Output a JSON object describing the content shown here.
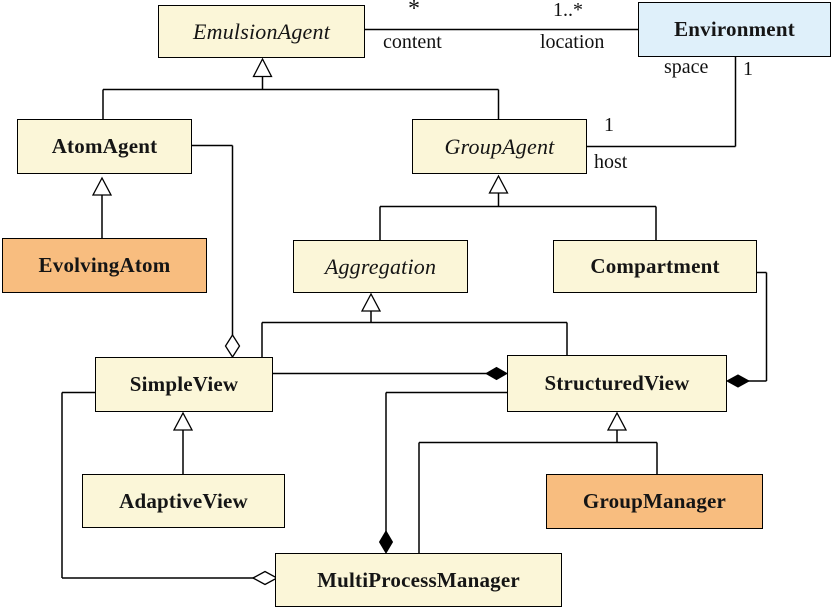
{
  "diagram": {
    "type": "uml-class-diagram",
    "classes": {
      "emulsionAgent": {
        "name": "EmulsionAgent",
        "abstract": true,
        "fill": "#FBF6D8"
      },
      "environment": {
        "name": "Environment",
        "abstract": false,
        "fill": "#DFF0FA"
      },
      "atomAgent": {
        "name": "AtomAgent",
        "abstract": false,
        "fill": "#FBF6D8"
      },
      "groupAgent": {
        "name": "GroupAgent",
        "abstract": true,
        "fill": "#FBF6D8"
      },
      "evolvingAtom": {
        "name": "EvolvingAtom",
        "abstract": false,
        "fill": "#F8BD7F"
      },
      "aggregation": {
        "name": "Aggregation",
        "abstract": true,
        "fill": "#FBF6D8"
      },
      "compartment": {
        "name": "Compartment",
        "abstract": false,
        "fill": "#FBF6D8"
      },
      "simpleView": {
        "name": "SimpleView",
        "abstract": false,
        "fill": "#FBF6D8"
      },
      "structuredView": {
        "name": "StructuredView",
        "abstract": false,
        "fill": "#FBF6D8"
      },
      "adaptiveView": {
        "name": "AdaptiveView",
        "abstract": false,
        "fill": "#FBF6D8"
      },
      "groupManager": {
        "name": "GroupManager",
        "abstract": false,
        "fill": "#F8BD7F"
      },
      "multiProcessManager": {
        "name": "MultiProcessManager",
        "abstract": false,
        "fill": "#FBF6D8"
      }
    },
    "labels": {
      "content_mult": "*",
      "content_role": "content",
      "location_mult": "1..*",
      "location_role": "location",
      "space_role": "space",
      "space_mult": "1",
      "host_mult": "1",
      "host_role": "host"
    },
    "relationships": [
      {
        "type": "association",
        "from": "EmulsionAgent",
        "to": "Environment",
        "from_mult": "*",
        "from_role": "content",
        "to_mult": "1..*",
        "to_role": "location"
      },
      {
        "type": "association",
        "from": "GroupAgent",
        "to": "Environment",
        "from_mult": "1",
        "from_role": "host",
        "to_mult": "1",
        "to_role": "space"
      },
      {
        "type": "generalization",
        "child": "AtomAgent",
        "parent": "EmulsionAgent"
      },
      {
        "type": "generalization",
        "child": "GroupAgent",
        "parent": "EmulsionAgent"
      },
      {
        "type": "generalization",
        "child": "EvolvingAtom",
        "parent": "AtomAgent"
      },
      {
        "type": "generalization",
        "child": "Aggregation",
        "parent": "GroupAgent"
      },
      {
        "type": "generalization",
        "child": "Compartment",
        "parent": "GroupAgent"
      },
      {
        "type": "generalization",
        "child": "SimpleView",
        "parent": "Aggregation"
      },
      {
        "type": "generalization",
        "child": "StructuredView",
        "parent": "Aggregation"
      },
      {
        "type": "generalization",
        "child": "AdaptiveView",
        "parent": "SimpleView"
      },
      {
        "type": "generalization",
        "child": "MultiProcessManager",
        "parent": "StructuredView"
      },
      {
        "type": "generalization",
        "child": "GroupManager",
        "parent": "StructuredView"
      },
      {
        "type": "aggregation",
        "whole": "SimpleView",
        "part": "AtomAgent"
      },
      {
        "type": "composition",
        "whole": "StructuredView",
        "part": "SimpleView"
      },
      {
        "type": "composition",
        "whole": "StructuredView",
        "part": "Compartment"
      },
      {
        "type": "composition",
        "whole": "MultiProcessManager",
        "part": "StructuredView"
      },
      {
        "type": "aggregation",
        "whole": "MultiProcessManager",
        "part": "SimpleView"
      }
    ]
  },
  "colors": {
    "class_fill": "#FBF6D8",
    "highlight_fill": "#F8BD7F",
    "environment_fill": "#DFF0FA",
    "line": "#000000",
    "background": "#FFFFFF"
  }
}
